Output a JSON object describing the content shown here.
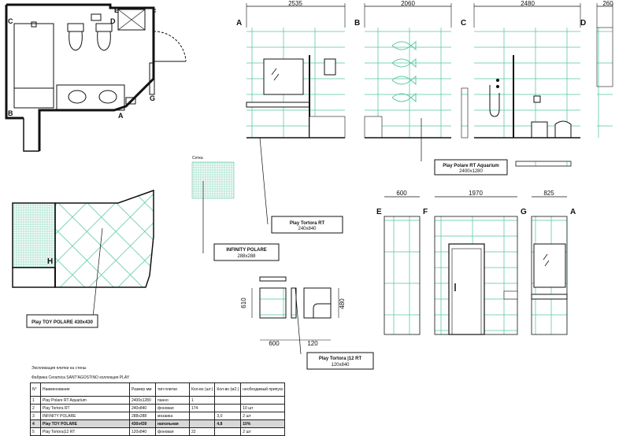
{
  "elevation_letters": {
    "a1": "A",
    "b1": "B",
    "c1": "C",
    "d1": "D",
    "a2": "A",
    "b2": "B",
    "c2": "C",
    "d2": "D",
    "e": "E",
    "f": "F",
    "g": "G",
    "a3": "A",
    "h": "H",
    "c_plan": "C",
    "d_plan": "D",
    "e_plan": "E",
    "f_plan": "F",
    "g_plan": "G",
    "b_plan": "B",
    "a_plan": "A"
  },
  "dimensions": {
    "d2535": "2535",
    "d2060": "2060",
    "d2480": "2480",
    "d260": "260",
    "d600": "600",
    "d1970": "1970",
    "d825": "825",
    "d610": "610",
    "d480": "480",
    "d600b": "600",
    "d120": "120"
  },
  "callouts": {
    "aquarium_name": "Play Polare RT Aquarium",
    "aquarium_size": "2400x1280",
    "tortora_name": "Play Tortora RT",
    "tortora_size": "240x840",
    "infinity_name": "INFINITY POLARE",
    "infinity_size": "288x288",
    "toy_polare": "Play TOY POLARE 430x430",
    "tortora12_name": "Play Tortora |12 RT",
    "tortora12_size": "120x840",
    "mosaic_title": "Сетка"
  },
  "table": {
    "title1": "Экспликация плитки на стены",
    "title2": "Фабрика Ceramica SANT'AGOSTINO  коллекция PLAY",
    "headers": [
      "N°",
      "Наименование",
      "Размер мм",
      "тип плитки",
      "Кол-во (шт.)",
      "Кол-во (м2.)",
      "необходимый припуск"
    ],
    "rows": [
      [
        "1",
        "Play Polare RT Aquarium",
        "2400x1280",
        "панно",
        "1",
        "",
        ""
      ],
      [
        "2",
        "Play Tortora RT",
        "240x840",
        "фоновая",
        "174",
        "",
        "10 шт"
      ],
      [
        "3",
        "INFINITY POLARE",
        "288x288",
        "мозаика",
        "",
        "3,0",
        "2 шт"
      ],
      [
        "4",
        "Play TOY POLARE",
        "430x430",
        "напольная",
        "",
        "4,8",
        "10%"
      ],
      [
        "5",
        "Play Tortora|12 RT",
        "120x840",
        "фоновая",
        "22",
        "",
        "2 шт"
      ]
    ]
  },
  "colors": {
    "tile": "#5ec9a4",
    "line": "#111111"
  }
}
